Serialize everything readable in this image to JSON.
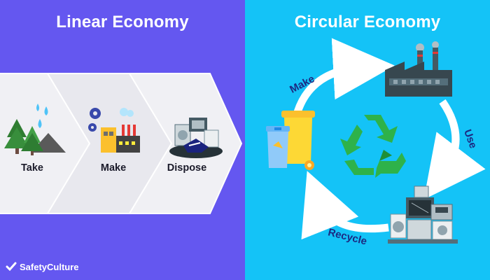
{
  "linear": {
    "title": "Linear Economy",
    "steps": [
      "Take",
      "Make",
      "Dispose"
    ]
  },
  "circular": {
    "title": "Circular Economy",
    "labels": {
      "make": "Make",
      "use": "Use",
      "recycle": "Recycle"
    }
  },
  "brand": {
    "name": "SafetyCulture"
  },
  "icons": [
    "tree-icon",
    "water-drop-icon",
    "factory-icon",
    "gear-icon",
    "waste-pile-icon",
    "bin-icon",
    "recycle-icon",
    "arrow-icon"
  ],
  "colors": {
    "linear_bg": "#6457f0",
    "circular_bg": "#14c3f7",
    "chevron_fill": "#f0f0f4",
    "label_text": "#1c2a82",
    "recycle_green": "#2eb24a"
  }
}
